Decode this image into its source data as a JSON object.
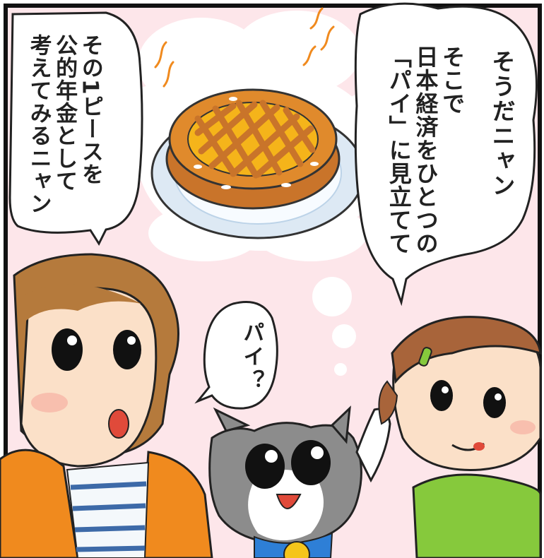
{
  "comic": {
    "bubbles": {
      "cat_main": {
        "line1": "そうだニャン",
        "line2": "そこで",
        "line3": "日本経済をひとつの",
        "line4": "「パイ」に見立てて"
      },
      "cat_left": {
        "line1": "その1ピースを",
        "line2": "公的年金として",
        "line3": "考えてみるニャン"
      },
      "question": {
        "line1": "パイ？"
      }
    },
    "colors": {
      "background": "#fde6ea",
      "pie_crust": "#e08a2c",
      "pie_filling": "#f5b41a",
      "plate": "#dde9f4",
      "hoodie": "#f08a1e",
      "girl_shirt": "#86c93c",
      "cat_collar": "#2e7fd6",
      "cat_gray": "#8c8c8c"
    }
  }
}
